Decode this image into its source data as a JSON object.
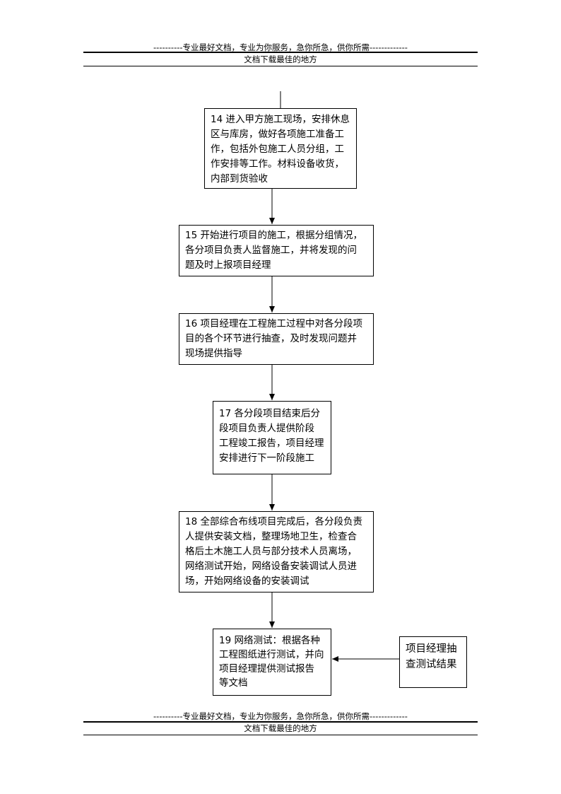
{
  "header": {
    "slogan": "----------专业最好文档，专业为你服务，急你所急，供你所需-------------",
    "subtitle": "文档下载最佳的地方"
  },
  "footer": {
    "slogan": "----------专业最好文档，专业为你服务，急你所急，供你所需-------------",
    "subtitle": "文档下载最佳的地方"
  },
  "flow": {
    "step14": [
      "14 进入甲方施工现场，安排休息",
      "区与库房，做好各项施工准备工",
      "作，包括外包施工人员分组，工",
      "作安排等工作。材料设备收货，",
      "内部到货验收"
    ],
    "step15": [
      "15 开始进行项目的施工，根据分组情况，",
      "各分项目负责人监督施工，并将发现的问",
      "题及时上报项目经理"
    ],
    "step16": [
      "16 项目经理在工程施工过程中对各分段项",
      "目的各个环节进行抽查，及时发现问题并",
      "现场提供指导"
    ],
    "step17": [
      "17 各分段项目结束后分",
      "段项目负责人提供阶段",
      "工程竣工报告，项目经理",
      "安排进行下一阶段施工"
    ],
    "step18": [
      "18 全部综合布线项目完成后，各分段负责",
      "人提供安装文档，整理场地卫生，检查合",
      "格后土木施工人员与部分技术人员离场，",
      "网络测试开始，网络设备安装调试人员进",
      "场，开始网络设备的安装调试"
    ],
    "step19": [
      "19 网络测试：根据各种",
      "工程图纸进行测试，并向",
      "项目经理提供测试报告",
      "等文档"
    ],
    "side": [
      "项目经理抽",
      "查测试结果"
    ]
  }
}
